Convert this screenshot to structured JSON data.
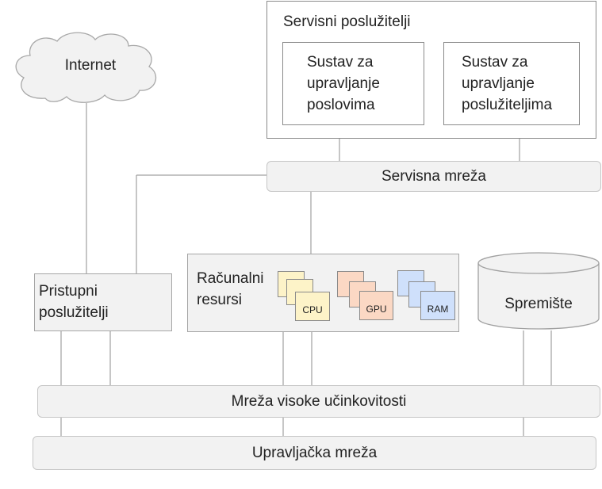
{
  "internet": "Internet",
  "service_servers": {
    "title": "Servisni poslužitelji",
    "job_mgmt": [
      "Sustav za",
      "upravljanje",
      "poslovima"
    ],
    "server_mgmt": [
      "Sustav za",
      "upravljanje",
      "poslužiteljima"
    ]
  },
  "service_network": "Servisna mreža",
  "access_servers": [
    "Pristupni",
    "poslužitelji"
  ],
  "compute": {
    "title": [
      "Računalni",
      "resursi"
    ],
    "cpu": "CPU",
    "gpu": "GPU",
    "ram": "RAM"
  },
  "storage": "Spremište",
  "hpc_network": "Mreža visoke učinkovitosti",
  "mgmt_network": "Upravljačka mreža",
  "colors": {
    "cpu_fill": "#fdf3c8",
    "gpu_fill": "#fbd8c4",
    "ram_fill": "#cfe0fb",
    "box_fill": "#f2f2f2",
    "line": "#a0a0a0"
  }
}
